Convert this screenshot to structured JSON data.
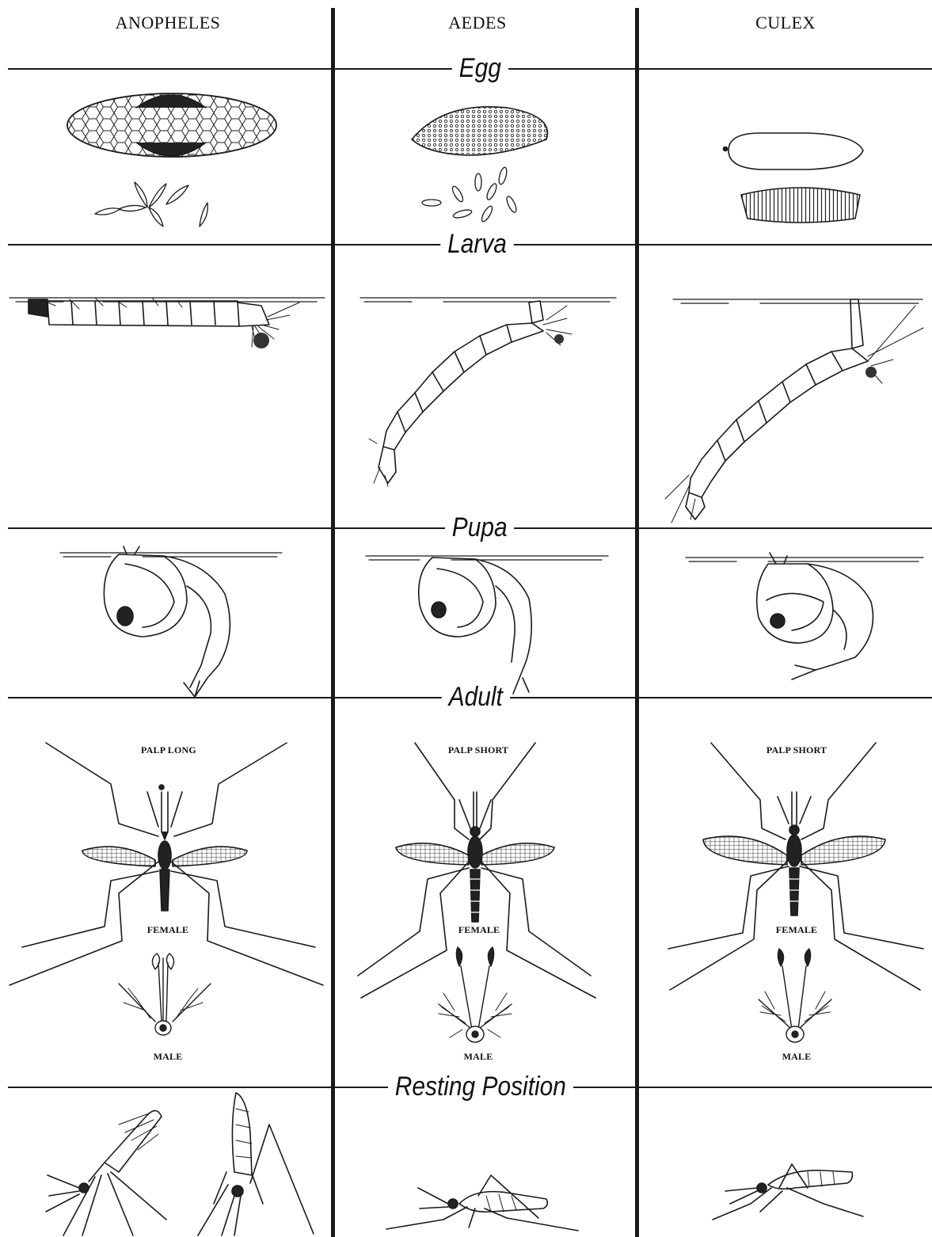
{
  "columns": [
    "ANOPHELES",
    "AEDES",
    "CULEX"
  ],
  "stages": {
    "egg": "Egg",
    "larva": "Larva",
    "pupa": "Pupa",
    "adult": "Adult",
    "resting": "Resting Position"
  },
  "adult_labels": {
    "anopheles": {
      "palp": "PALP LONG",
      "female": "FEMALE",
      "male": "MALE"
    },
    "aedes": {
      "palp": "PALP SHORT",
      "female": "FEMALE",
      "male": "MALE"
    },
    "culex": {
      "palp": "PALP SHORT",
      "female": "FEMALE",
      "male": "MALE"
    }
  }
}
